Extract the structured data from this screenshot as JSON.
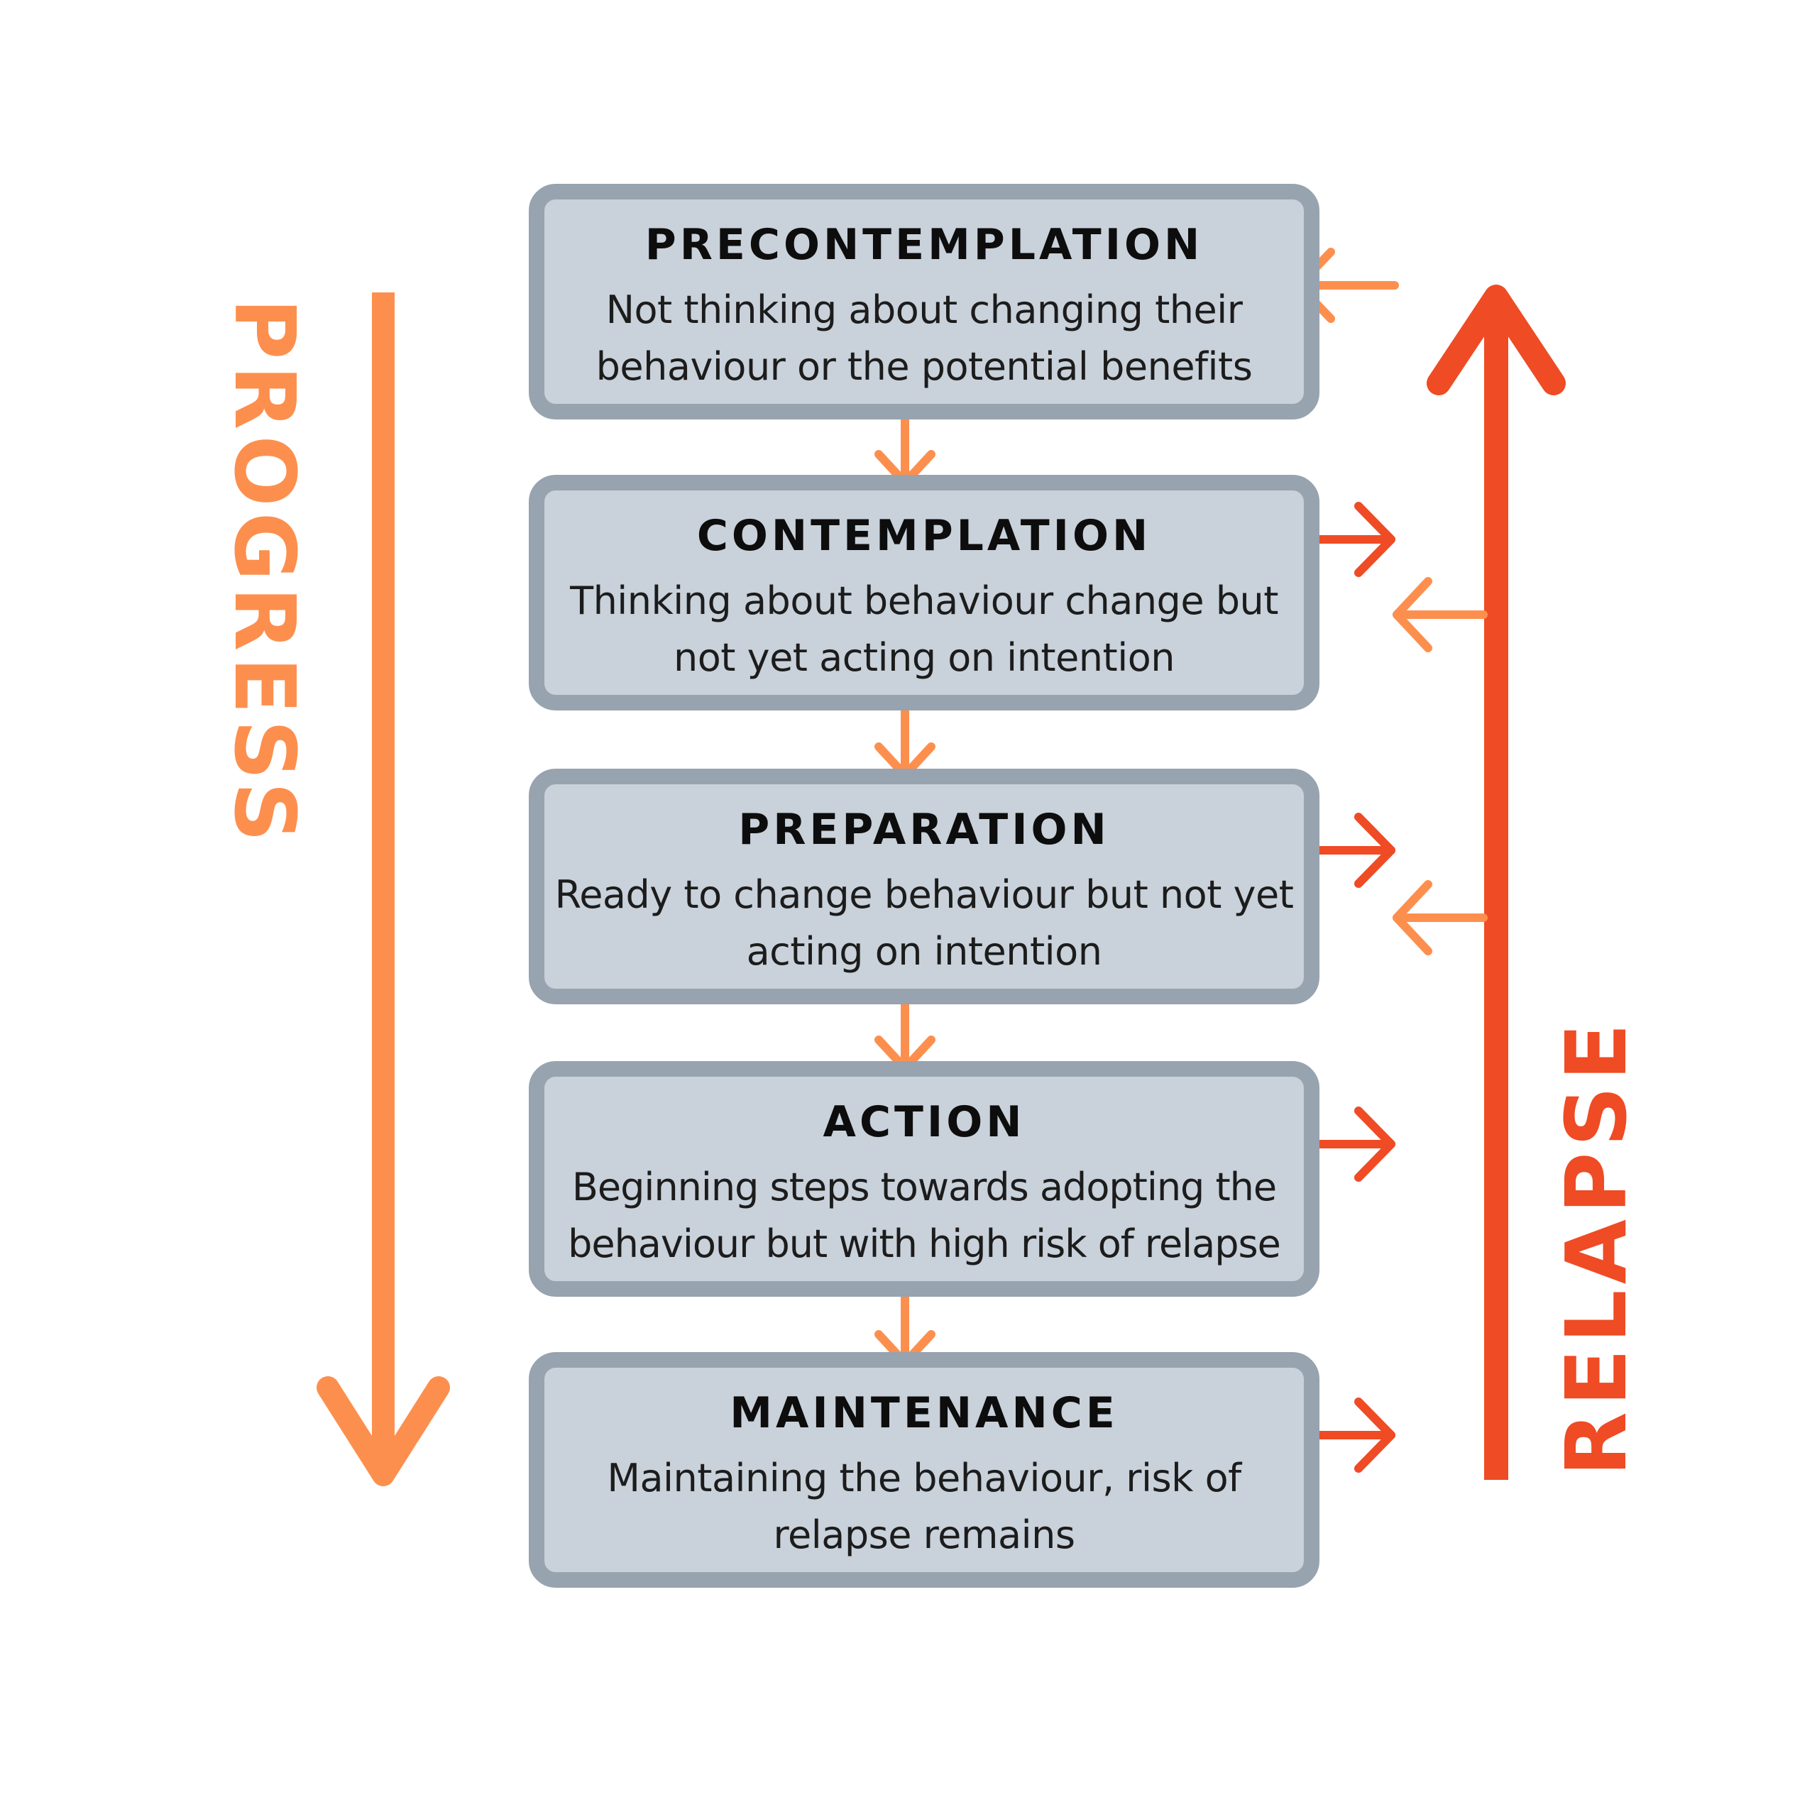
{
  "colors": {
    "progress_orange": "#fd8f4e",
    "relapse_red": "#ef4b24",
    "box_fill": "#c9d1da",
    "box_border": "#97a3ae"
  },
  "labels": {
    "progress": "PROGRESS",
    "relapse": "RELAPSE"
  },
  "stages": [
    {
      "title": "PRECONTEMPLATION",
      "description": "Not thinking about changing their behaviour or the potential benefits"
    },
    {
      "title": "CONTEMPLATION",
      "description": "Thinking about behaviour change but not yet acting on intention"
    },
    {
      "title": "PREPARATION",
      "description": "Ready to change behaviour but not yet acting on intention"
    },
    {
      "title": "ACTION",
      "description": "Beginning steps towards adopting the behaviour but with high risk of relapse"
    },
    {
      "title": "MAINTENANCE",
      "description": "Maintaining the behaviour, risk of relapse remains"
    }
  ]
}
